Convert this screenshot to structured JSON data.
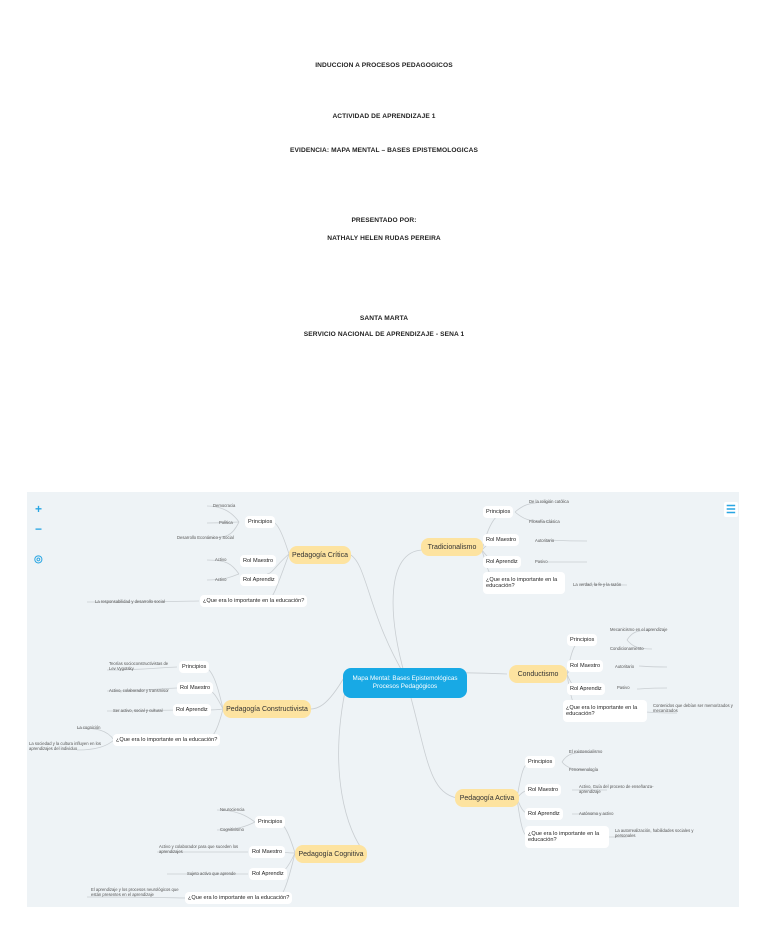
{
  "cover": {
    "line1": "INDUCCION A PROCESOS PEDAGOGICOS",
    "line2": "ACTIVIDAD DE APRENDIZAJE 1",
    "line3": "EVIDENCIA: MAPA MENTAL – BASES EPISTEMOLOGICAS",
    "line4": "PRESENTADO POR:",
    "line5": "NATHALY HELEN RUDAS PEREIRA",
    "line6": "SANTA MARTA",
    "line7": "SERVICIO NACIONAL DE APRENDIZAJE - SENA 1"
  },
  "toolbar": {
    "zoom_in": "+",
    "zoom_out": "−",
    "center": "◎",
    "menu": "☰"
  },
  "map": {
    "center": "Mapa Mental: Bases Epistemológicas Procesos Pedagógicos",
    "critica": {
      "title": "Pedagogía Crítica",
      "principios": "Principios",
      "p1": "Democracia",
      "p2": "Política",
      "p3": "Desarrollo Económico y Social",
      "rol_maestro": "Rol Maestro",
      "rm1": "Activo",
      "rol_aprendiz": "Rol Aprendiz",
      "ra1": "Activo",
      "pregunta": "¿Que era lo importante en la educación?",
      "q1": "La responsabilidad y desarrollo social"
    },
    "constructivista": {
      "title": "Pedagogía Constructivista",
      "principios": "Principios",
      "p1": "Teorías socioconstructivistas de Lev Vygotsky",
      "rol_maestro": "Rol Maestro",
      "rm1": "Activo, colaborador y transmisor",
      "rol_aprendiz": "Rol Aprendiz",
      "ra1": "Ser activo, social y cultural",
      "pregunta": "¿Que era lo importante en la educación?",
      "q1": "La cognición",
      "q2": "La sociedad y la cultura influyen en los aprendizajes del individuo"
    },
    "cognitiva": {
      "title": "Pedagogía Cognitiva",
      "principios": "Principios",
      "p1": "Neurociencia",
      "p2": "Cognitivismo",
      "rol_maestro": "Rol Maestro",
      "rm1": "Activo y colaborador para que suceden los aprendizajes",
      "rol_aprendiz": "Rol Aprendiz",
      "ra1": "Sujeto activo que aprende",
      "pregunta": "¿Que era lo importante en la educación?",
      "q1": "El aprendizaje y los procesos neurológicos que están presentes en el aprendizaje"
    },
    "tradicionalismo": {
      "title": "Tradicionalismo",
      "principios": "Principios",
      "p1": "De la religión católica",
      "p2": "Filosofía Clásica",
      "rol_maestro": "Rol Maestro",
      "rm1": "Autoritario",
      "rol_aprendiz": "Rol Aprendiz",
      "ra1": "Pasivo",
      "pregunta": "¿Que era lo importante en la educación?",
      "q1": "La verdad, la fe y la razón"
    },
    "conductismo": {
      "title": "Conductismo",
      "principios": "Principios",
      "p1": "Mecanicismo en el aprendizaje",
      "p2": "Condicionamiento",
      "rol_maestro": "Rol Maestro",
      "rm1": "Autoritario",
      "rol_aprendiz": "Rol Aprendiz",
      "ra1": "Pasivo",
      "pregunta": "¿Que era lo importante en la educación?",
      "q1": "Contenidos que debían ser memorizados y mecanizados"
    },
    "activa": {
      "title": "Pedagogía Activa",
      "principios": "Principios",
      "p1": "El existencialismo",
      "p2": "Fenomenología",
      "rol_maestro": "Rol Maestro",
      "rm1": "Activo, Guía del proceso de enseñanza-aprendizaje",
      "rol_aprendiz": "Rol Aprendiz",
      "ra1": "Autónomo y activo",
      "pregunta": "¿Que era lo importante en la educación?",
      "q1": "La autorrealización, habilidades sociales y personales"
    }
  }
}
